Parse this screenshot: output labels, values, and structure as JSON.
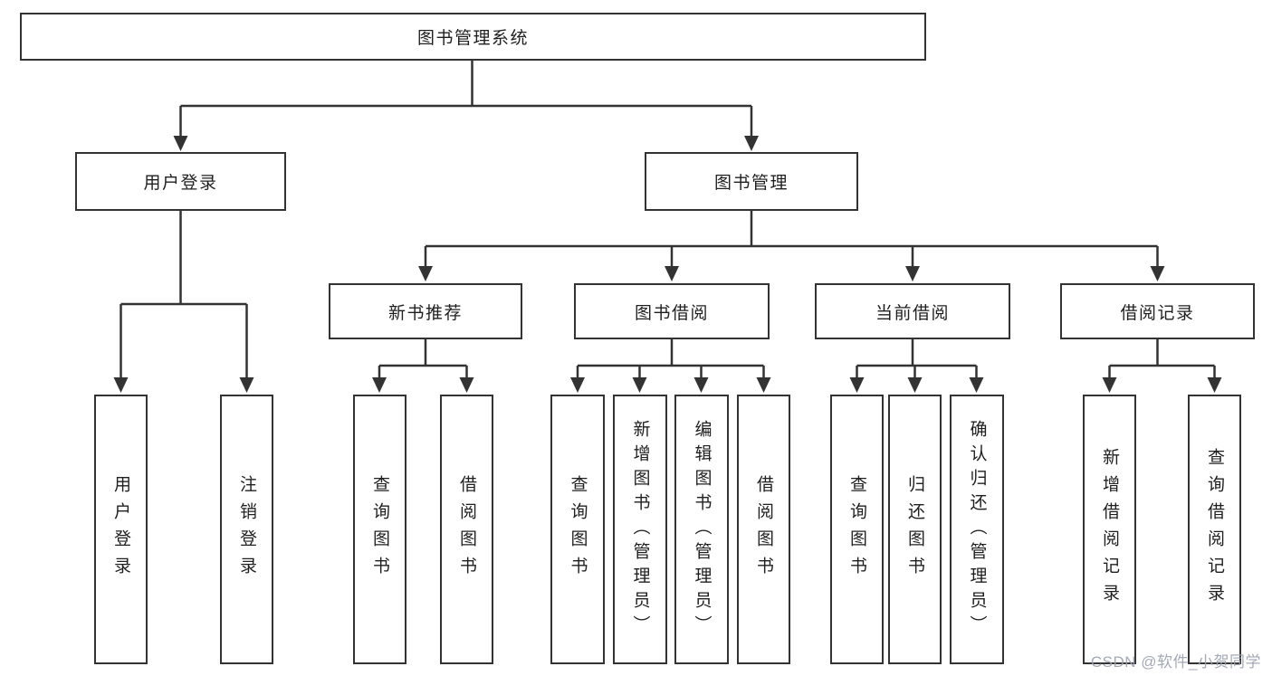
{
  "title": "图书管理系统",
  "branches": {
    "user_login": {
      "label": "用户登录",
      "children": [
        {
          "label": "用户登录"
        },
        {
          "label": "注销登录"
        }
      ]
    },
    "book_mgmt": {
      "label": "图书管理",
      "sections": [
        {
          "label": "新书推荐",
          "children": [
            {
              "label": "查询图书"
            },
            {
              "label": "借阅图书"
            }
          ]
        },
        {
          "label": "图书借阅",
          "children": [
            {
              "label": "查询图书"
            },
            {
              "label": "新增图书（管理员）"
            },
            {
              "label": "编辑图书（管理员）"
            },
            {
              "label": "借阅图书"
            }
          ]
        },
        {
          "label": "当前借阅",
          "children": [
            {
              "label": "查询图书"
            },
            {
              "label": "归还图书"
            },
            {
              "label": "确认归还（管理员）"
            }
          ]
        },
        {
          "label": "借阅记录",
          "children": [
            {
              "label": "新增借阅记录"
            },
            {
              "label": "查询借阅记录"
            }
          ]
        }
      ]
    }
  },
  "watermark": "CSDN @软件_小贺同学",
  "colors": {
    "line": "#333333",
    "box_border": "#333333",
    "text": "#1f1f1f",
    "watermark": "#9aa0ad",
    "background": "#ffffff"
  }
}
